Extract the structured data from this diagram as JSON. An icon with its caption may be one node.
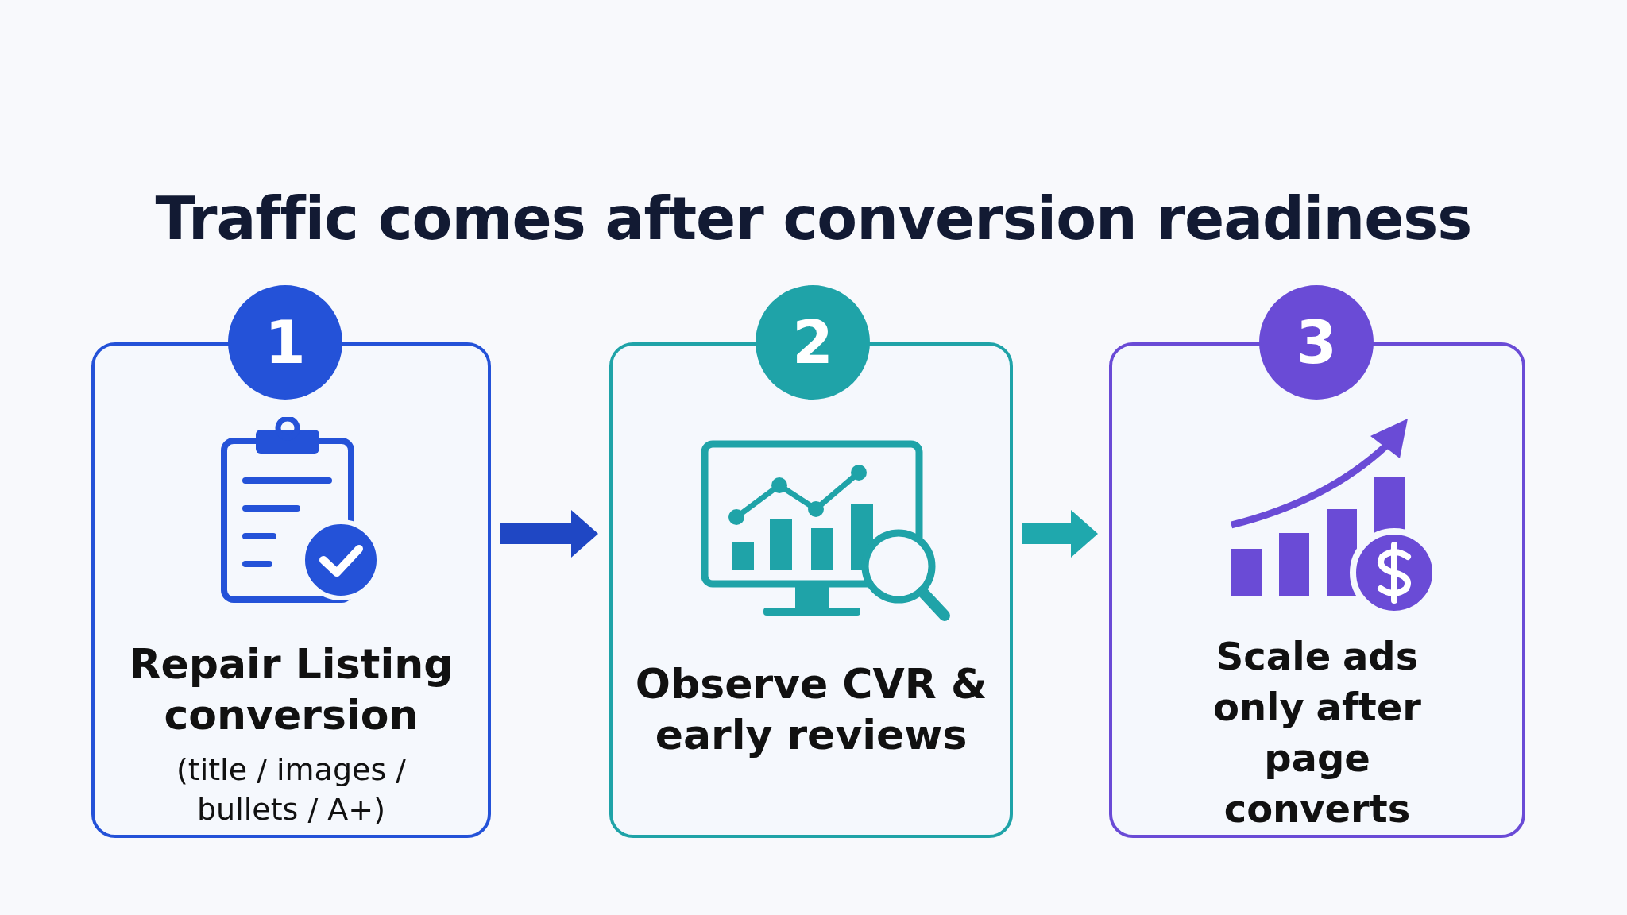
{
  "diagram": {
    "title": "Traffic comes after conversion readiness",
    "nodes": [
      {
        "text": [
          "Repair Listing conversion",
          "(title / images / bullets / A+)"
        ]
      },
      {
        "text": [
          "Observe CVR & early reviews"
        ]
      },
      {
        "text": [
          "Scale ads only after page converts"
        ]
      },
      {
        "text": [
          "1"
        ]
      },
      {
        "text": [
          "2"
        ]
      },
      {
        "text": [
          "3"
        ]
      }
    ],
    "edges": [
      {
        "from": 0,
        "to": 1,
        "arrow": "to",
        "color": "#1f47c4"
      },
      {
        "from": 1,
        "to": 2,
        "arrow": "to",
        "color": "#1fa8ad"
      }
    ]
  }
}
